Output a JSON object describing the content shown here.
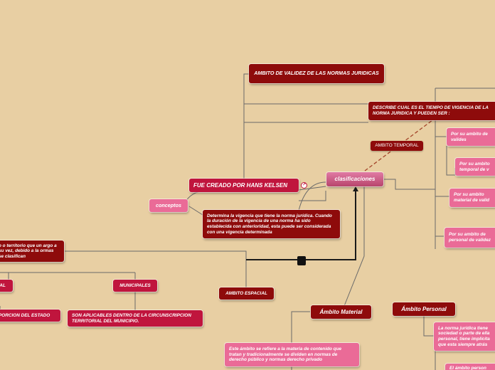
{
  "nodes": {
    "ambito_validez": "AMBITO DE VALIDEZ DE LAS NORMAS JURIDICAS",
    "describe": "DESCRIBE CUAL ES EL TIEMPO DE VIGENCIA DE LA NORMA JURIDICA Y PUEDEN SER :",
    "ambito_temporal": "AMBITO TEMPORAL",
    "por_validez": "Por su ambito de valides",
    "por_temporal": "Por su ambito temporal de v",
    "por_material": "Por su ambito material de valid",
    "por_personal": "Por su ambito de personal de validez",
    "hans_kelsen": "FUE CREADO POR HANS KELSEN",
    "clasificaciones": "clasificaciones",
    "conceptos": "conceptos",
    "determina": "Determina la vigencia que tiene la norma jurídica. Cuando la duración de la vigencia de una norma ha sido establecida con anterioridad, esta puede ser considerada con una vigencia determinada",
    "territorio": "o o territorio que un argo a su vez, debido a la ormas se clasifican",
    "tal": "TAL",
    "municipales": "MUNICIPALES",
    "porcion": "PORCION DEL ESTADO",
    "son_aplicables": "SON APLICABLES DENTRO DE LA CIRCUNSCRIPCION TERRITORIAL DEL MUNICIPIO.",
    "ambito_espacial": "AMBITO ESPACIAL",
    "ambito_material": "Ámbito Material",
    "ambito_personal": "Ámbito Personal",
    "material_desc": "Este ámbito se refiere a la materia de contenido que tratan y tradicionalmente se dividen en normas de derecho público y normas derecho privado",
    "personal_desc": "La norma jurídica tiene sociedad o parte de ella personal, tiene implícita que esta siempre atrás",
    "el_ambito": "El ámbito person"
  },
  "icons": {
    "link": "link-icon"
  }
}
